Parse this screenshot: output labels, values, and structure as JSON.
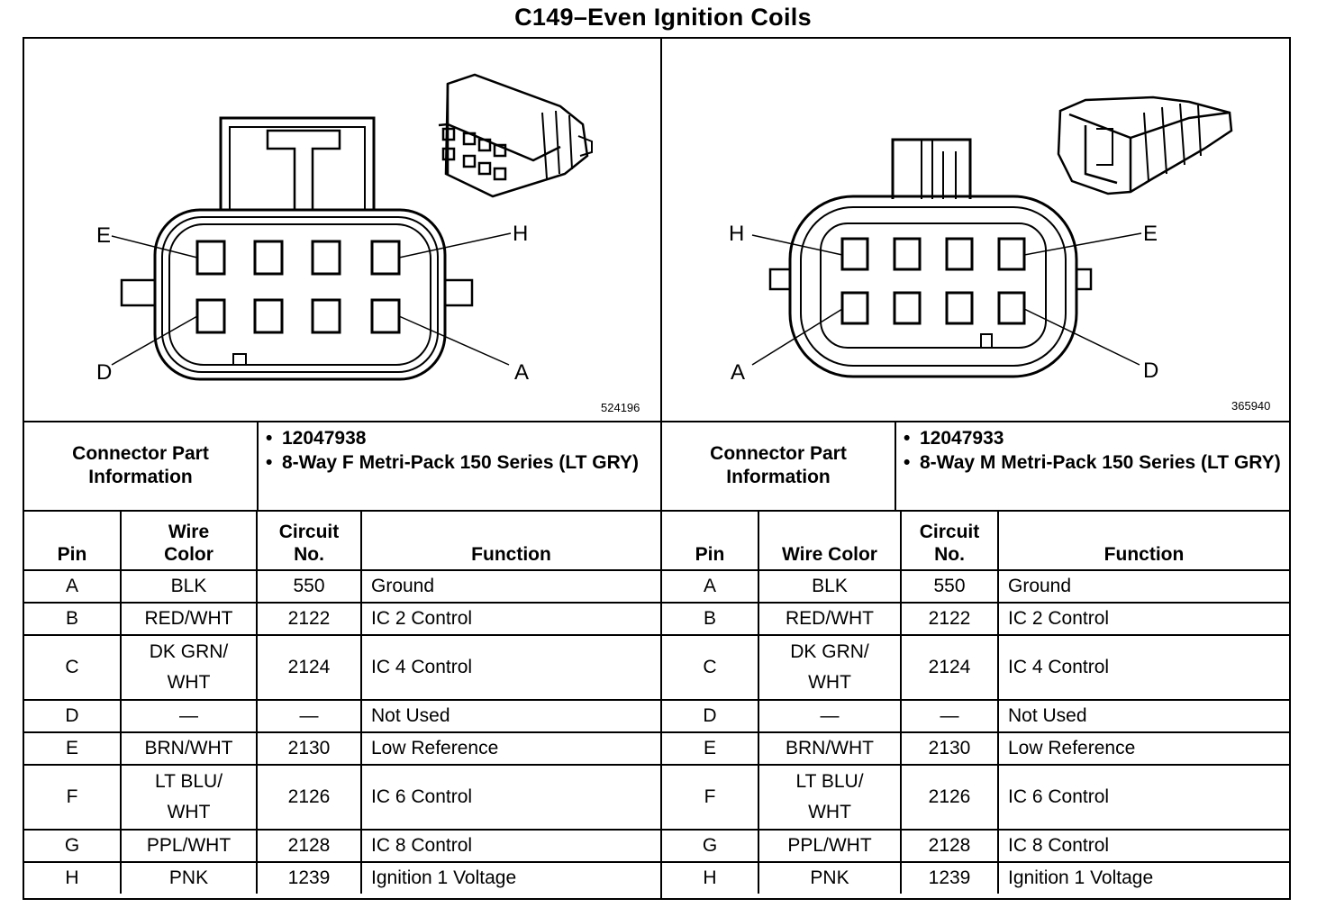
{
  "title": "C149–Even Ignition Coils",
  "left": {
    "figure_id": "524196",
    "pin_labels": {
      "top_left": "E",
      "top_right": "H",
      "bottom_left": "D",
      "bottom_right": "A"
    },
    "connector_info_label": [
      "Connector Part",
      "Information"
    ],
    "connector_info": [
      "12047938",
      "8-Way F Metri-Pack 150 Series (LT GRY)"
    ],
    "headers": {
      "pin": "Pin",
      "wire_color": [
        "Wire",
        "Color"
      ],
      "circuit": [
        "Circuit",
        "No."
      ],
      "function": "Function"
    },
    "rows": [
      {
        "pin": "A",
        "wire": [
          "BLK"
        ],
        "circuit": "550",
        "function": "Ground"
      },
      {
        "pin": "B",
        "wire": [
          "RED/WHT"
        ],
        "circuit": "2122",
        "function": "IC 2 Control"
      },
      {
        "pin": "C",
        "wire": [
          "DK GRN/",
          "WHT"
        ],
        "circuit": "2124",
        "function": "IC 4 Control"
      },
      {
        "pin": "D",
        "wire": [
          "—"
        ],
        "circuit": "—",
        "function": "Not Used"
      },
      {
        "pin": "E",
        "wire": [
          "BRN/WHT"
        ],
        "circuit": "2130",
        "function": "Low Reference"
      },
      {
        "pin": "F",
        "wire": [
          "LT BLU/",
          "WHT"
        ],
        "circuit": "2126",
        "function": "IC 6 Control"
      },
      {
        "pin": "G",
        "wire": [
          "PPL/WHT"
        ],
        "circuit": "2128",
        "function": "IC 8 Control"
      },
      {
        "pin": "H",
        "wire": [
          "PNK"
        ],
        "circuit": "1239",
        "function": "Ignition 1 Voltage"
      }
    ]
  },
  "right": {
    "figure_id": "365940",
    "pin_labels": {
      "top_left": "H",
      "top_right": "E",
      "bottom_left": "A",
      "bottom_right": "D"
    },
    "connector_info_label": [
      "Connector Part",
      "Information"
    ],
    "connector_info": [
      "12047933",
      "8-Way M Metri-Pack 150 Series (LT GRY)"
    ],
    "headers": {
      "pin": "Pin",
      "wire_color": [
        "Wire Color"
      ],
      "circuit": [
        "Circuit",
        "No."
      ],
      "function": "Function"
    },
    "rows": [
      {
        "pin": "A",
        "wire": [
          "BLK"
        ],
        "circuit": "550",
        "function": "Ground"
      },
      {
        "pin": "B",
        "wire": [
          "RED/WHT"
        ],
        "circuit": "2122",
        "function": "IC 2 Control"
      },
      {
        "pin": "C",
        "wire": [
          "DK GRN/",
          "WHT"
        ],
        "circuit": "2124",
        "function": "IC 4 Control"
      },
      {
        "pin": "D",
        "wire": [
          "—"
        ],
        "circuit": "—",
        "function": "Not Used"
      },
      {
        "pin": "E",
        "wire": [
          "BRN/WHT"
        ],
        "circuit": "2130",
        "function": "Low Reference"
      },
      {
        "pin": "F",
        "wire": [
          "LT BLU/",
          "WHT"
        ],
        "circuit": "2126",
        "function": "IC 6 Control"
      },
      {
        "pin": "G",
        "wire": [
          "PPL/WHT"
        ],
        "circuit": "2128",
        "function": "IC 8 Control"
      },
      {
        "pin": "H",
        "wire": [
          "PNK"
        ],
        "circuit": "1239",
        "function": "Ignition 1 Voltage"
      }
    ]
  }
}
